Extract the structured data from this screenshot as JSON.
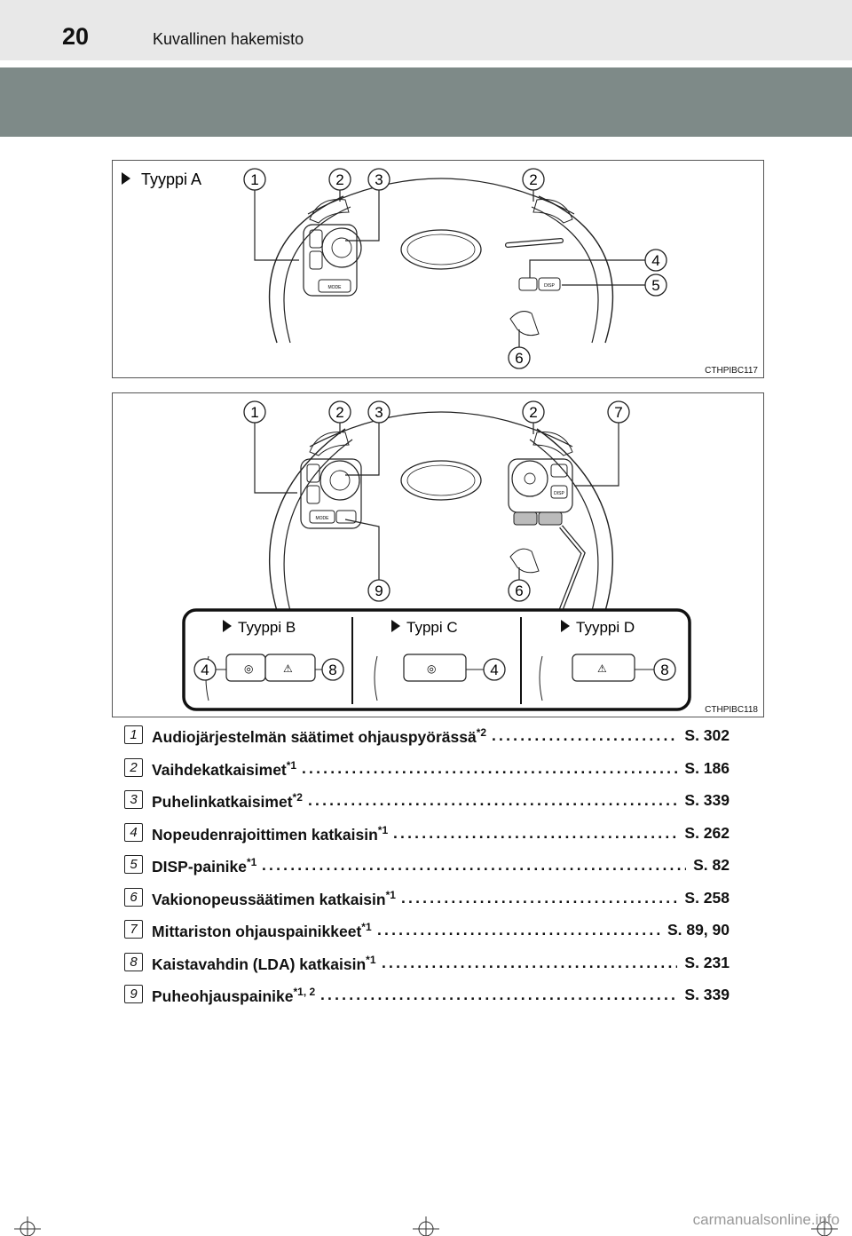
{
  "header": {
    "page_number": "20",
    "section_title": "Kuvallinen hakemisto"
  },
  "figure1": {
    "type_label": "Tyyppi A",
    "code": "CTHPIBC117",
    "callouts": [
      "1",
      "2",
      "3",
      "2",
      "4",
      "5",
      "6"
    ]
  },
  "figure2": {
    "code": "CTHPIBC118",
    "callouts": [
      "1",
      "2",
      "3",
      "2",
      "7",
      "9",
      "6"
    ],
    "inset": {
      "panels": [
        {
          "label": "Tyyppi B",
          "callouts": [
            "4",
            "8"
          ]
        },
        {
          "label": "Typpi C",
          "callouts": [
            "4"
          ]
        },
        {
          "label": "Tyyppi D",
          "callouts": [
            "8"
          ]
        }
      ]
    }
  },
  "list": [
    {
      "num": "1",
      "label": "Audiojärjestelmän säätimet ohjauspyörässä",
      "sup": "*2",
      "ref": "S. 302"
    },
    {
      "num": "2",
      "label": "Vaihdekatkaisimet",
      "sup": "*1",
      "ref": "S. 186"
    },
    {
      "num": "3",
      "label": "Puhelinkatkaisimet",
      "sup": "*2",
      "ref": "S. 339"
    },
    {
      "num": "4",
      "label": "Nopeudenrajoittimen katkaisin",
      "sup": "*1",
      "ref": "S. 262"
    },
    {
      "num": "5",
      "label": "DISP-painike",
      "sup": "*1",
      "ref": "S. 82"
    },
    {
      "num": "6",
      "label": "Vakionopeussäätimen katkaisin",
      "sup": "*1",
      "ref": "S. 258"
    },
    {
      "num": "7",
      "label": "Mittariston ohjauspainikkeet",
      "sup": "*1",
      "ref": "S. 89, 90"
    },
    {
      "num": "8",
      "label": "Kaistavahdin (LDA) katkaisin",
      "sup": "*1",
      "ref": "S. 231"
    },
    {
      "num": "9",
      "label": "Puheohjauspainike",
      "sup": "*1, 2",
      "ref": "S. 339"
    }
  ],
  "wheel_labels": {
    "mode": "MODE",
    "disp": "DISP",
    "plus": "+",
    "minus": "−"
  },
  "watermark": "carmanualsonline.info",
  "icons": [
    "triangle-right-icon",
    "crop-mark-icon"
  ]
}
